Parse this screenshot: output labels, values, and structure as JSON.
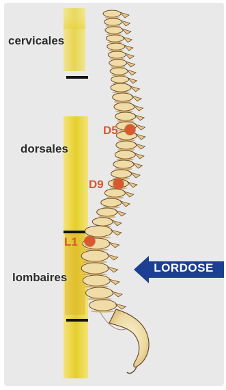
{
  "regions": {
    "cervical": "cervicales",
    "dorsal": "dorsales",
    "lumbar": "lombaires"
  },
  "markers": {
    "d5": "D5",
    "d9": "D9",
    "l1": "L1"
  },
  "annotation": {
    "lordose": "LORDOSE"
  },
  "colors": {
    "background": "#e9e9e9",
    "column_bar": "#ecd844",
    "marker": "#d9582e",
    "arrow": "#1c3f91",
    "bone": "#f0e3b5",
    "bone_outline": "#6b4a2a"
  }
}
